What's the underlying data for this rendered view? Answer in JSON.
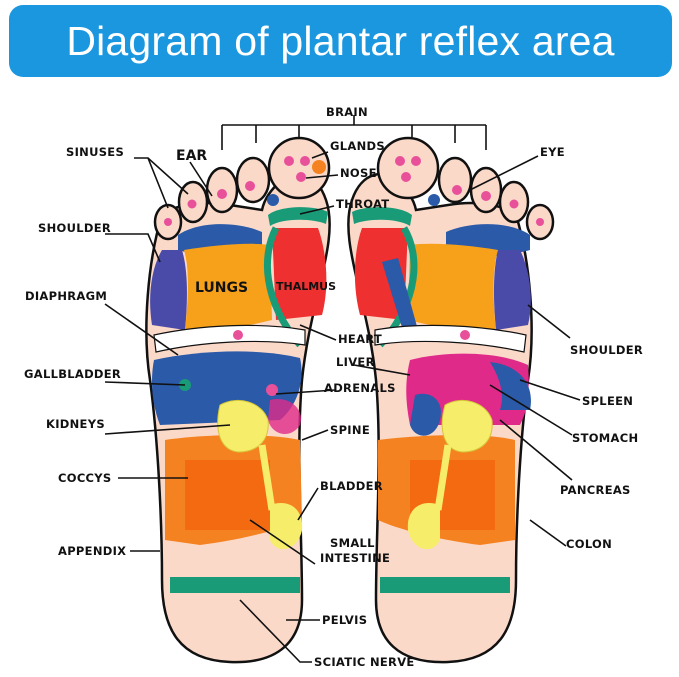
{
  "title": "Diagram of plantar reflex area",
  "labels": {
    "brain": "BRAIN",
    "sinuses": "SINUSES",
    "ear": "EAR",
    "glands": "GLANDS",
    "nose": "NOSE",
    "throat": "THROAT",
    "eye": "EYE",
    "shoulder_left": "SHOULDER",
    "shoulder_right": "SHOULDER",
    "lungs": "LUNGS",
    "thalmus": "THALMUS",
    "diaphragm": "DIAPHRAGM",
    "heart": "HEART",
    "liver": "LIVER",
    "gallbladder": "GALLBLADDER",
    "adrenals": "ADRENALS",
    "spleen": "SPLEEN",
    "kidneys": "KIDNEYS",
    "spine": "SPINE",
    "stomach": "STOMACH",
    "coccys": "COCCYS",
    "bladder": "BLADDER",
    "pancreas": "PANCREAS",
    "small": "SMALL",
    "intestine": "INTESTINE",
    "colon": "COLON",
    "appendix": "APPENDIX",
    "pelvis": "PELVIS",
    "sciatic_nerve": "SCIATIC NERVE"
  },
  "colors": {
    "banner": "#1b97e0",
    "skin": "#fbd9c9",
    "shoulder": "#4a4aa8",
    "lungs": "#f7a11a",
    "thalmus": "#ee3030",
    "throat_band": "#1a9b78",
    "liver_blue": "#2a5aa8",
    "kidney": "#f6ee6a",
    "colon": "#f58220",
    "intestine": "#f36a10",
    "pink": "#e8509a",
    "magenta": "#e02a8a"
  }
}
